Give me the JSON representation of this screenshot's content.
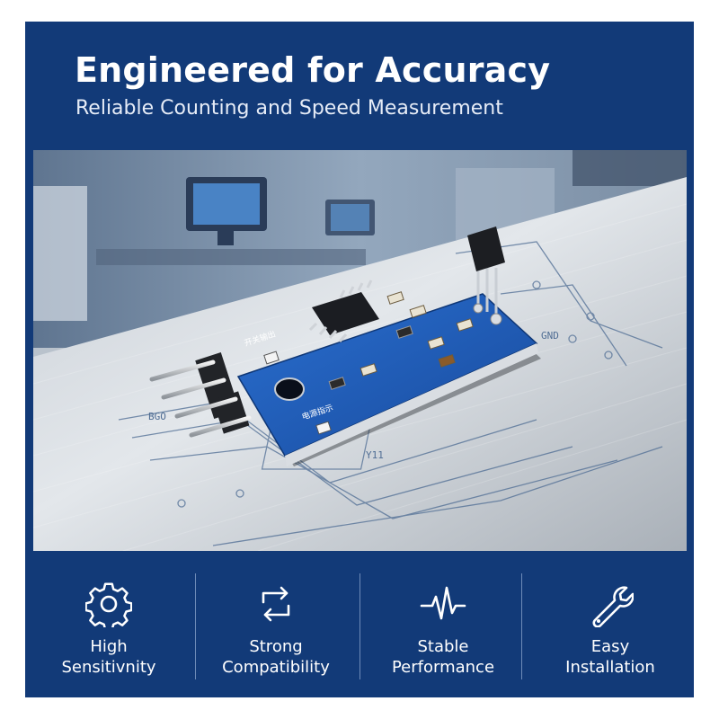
{
  "header": {
    "title": "Engineered for Accuracy",
    "subtitle": "Reliable Counting and Speed Measurement"
  },
  "board": {
    "silkscreen_top": "开关输出",
    "silkscreen_bottom": "电源指示",
    "label_left": "BGO",
    "label_right": "GND",
    "label_bottom": "Y11"
  },
  "features": [
    {
      "icon": "gear-icon",
      "line1": "High",
      "line2": "Sensitivnity"
    },
    {
      "icon": "sync-arrows-icon",
      "line1": "Strong",
      "line2": "Compatibility"
    },
    {
      "icon": "pulse-wave-icon",
      "line1": "Stable",
      "line2": "Performance"
    },
    {
      "icon": "wrench-icon",
      "line1": "Easy",
      "line2": "Installation"
    }
  ],
  "colors": {
    "brand_blue": "#123a78",
    "pcb_blue": "#1f5fbf",
    "text_white": "#ffffff"
  }
}
